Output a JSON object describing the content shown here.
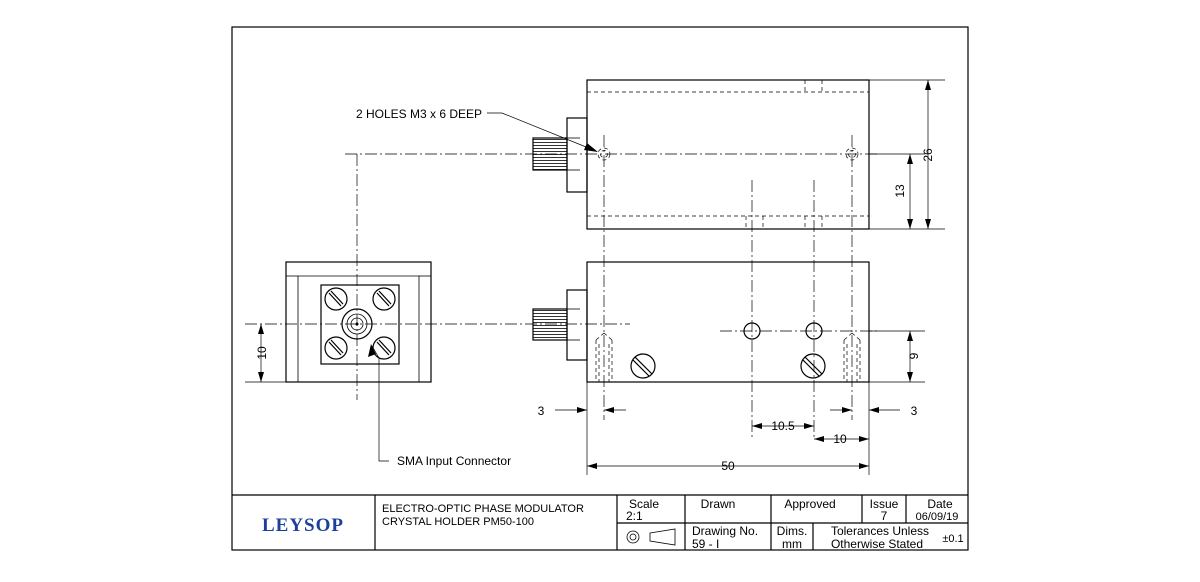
{
  "annotations": {
    "holes_note": "2 HOLES M3 x 6 DEEP",
    "connector_note": "SMA Input Connector"
  },
  "dimensions": {
    "width_26": "26",
    "center_13": "13",
    "side_height_10": "10",
    "hole_height_9": "9",
    "left_offset_3": "3",
    "right_offset_3": "3",
    "spacing_10_5": "10.5",
    "spacing_10": "10",
    "length_50": "50"
  },
  "title_block": {
    "logo": "LEYSOP",
    "title_line1": "ELECTRO-OPTIC PHASE MODULATOR",
    "title_line2": "CRYSTAL HOLDER PM50-100",
    "scale_label": "Scale",
    "scale_value": "2:1",
    "drawn_label": "Drawn",
    "approved_label": "Approved",
    "issue_label": "Issue",
    "issue_value": "7",
    "date_label": "Date",
    "date_value": "06/09/19",
    "drawing_no_label": "Drawing No.",
    "drawing_no_value": "59 - I",
    "dims_label": "Dims.",
    "dims_value": "mm",
    "tolerance_line1": "Tolerances Unless",
    "tolerance_line2": "Otherwise Stated",
    "tolerance_value": "±0.1"
  }
}
